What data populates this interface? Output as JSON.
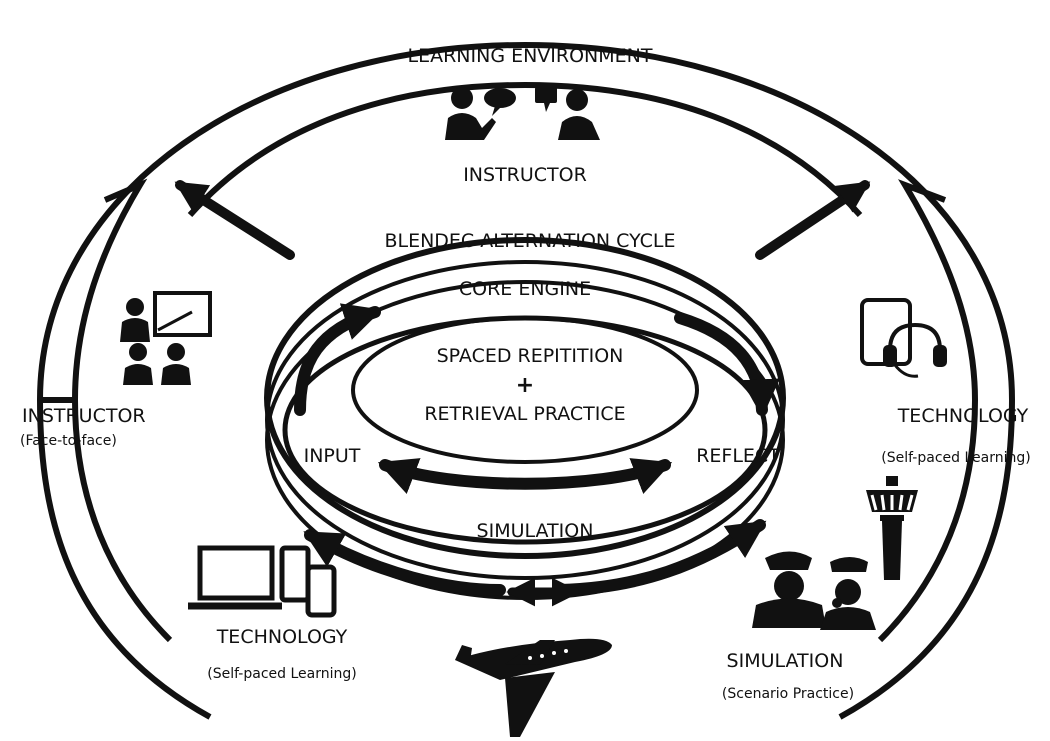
{
  "labels": {
    "environment": "LEARNING ENVIRONMENT",
    "instructor_top": "INSTRUCTOR",
    "cycle": "BLENDEC ALTERNATION CYCLE",
    "core_engine": "CORE ENGINE",
    "spaced": "SPACED REPITITION",
    "plus": "+",
    "retrieval": "RETRIEVAL PRACTICE",
    "input": "INPUT",
    "reflect": "REFLECT",
    "simulation_inner": "SIMULATION",
    "instructor_left": "INSTRUCTOR",
    "instructor_left_sub": "(Face-to-face)",
    "technology_right": "TECHNOLOGY",
    "technology_right_sub": "(Self-paced Learning)",
    "technology_bottom": "TECHNOLOGY",
    "technology_bottom_sub": "(Self-paced Learning)",
    "simulation_bottom": "SIMULATION",
    "simulation_bottom_sub": "(Scenario Practice)"
  },
  "icons": [
    "discussion-icon",
    "teacher-board-icon",
    "tablet-headset-icon",
    "devices-icon",
    "control-tower-icon",
    "pilot-controller-icon",
    "airplane-icon"
  ],
  "colors": {
    "ink": "#111111",
    "background": "#ffffff"
  }
}
